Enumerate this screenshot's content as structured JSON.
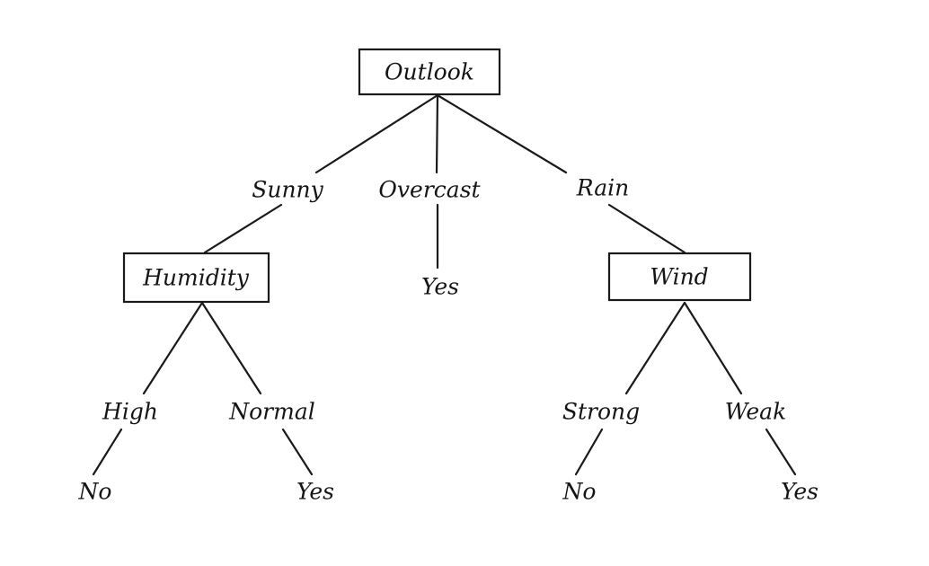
{
  "tree": {
    "root": {
      "label": "Outlook"
    },
    "branches": {
      "sunny": "Sunny",
      "overcast": "Overcast",
      "rain": "Rain"
    },
    "humidity": {
      "label": "Humidity",
      "branches": {
        "high": "High",
        "normal": "Normal"
      },
      "leaves": {
        "high": "No",
        "normal": "Yes"
      }
    },
    "overcast_leaf": "Yes",
    "wind": {
      "label": "Wind",
      "branches": {
        "strong": "Strong",
        "weak": "Weak"
      },
      "leaves": {
        "strong": "No",
        "weak": "Yes"
      }
    }
  }
}
